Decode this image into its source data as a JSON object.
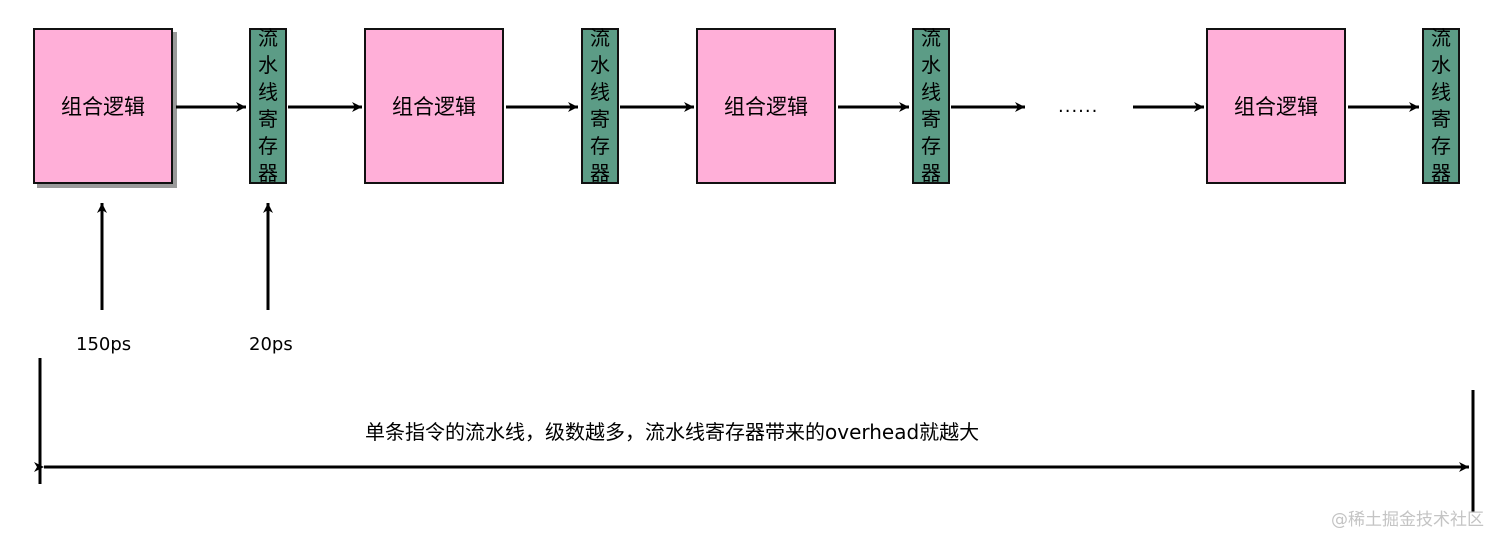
{
  "logic_label": "组合逻辑",
  "register_chars": [
    "流",
    "水",
    "线",
    "寄",
    "存",
    "器"
  ],
  "ellipsis": "......",
  "timing": {
    "logic_delay": "150ps",
    "register_delay": "20ps"
  },
  "caption": "单条指令的流水线，级数越多，流水线寄存器带来的overhead就越大",
  "watermark": "@稀土掘金技术社区",
  "colors": {
    "logic_fill": "#ffafd8",
    "register_fill": "#5c9c86",
    "stroke": "#111111"
  }
}
